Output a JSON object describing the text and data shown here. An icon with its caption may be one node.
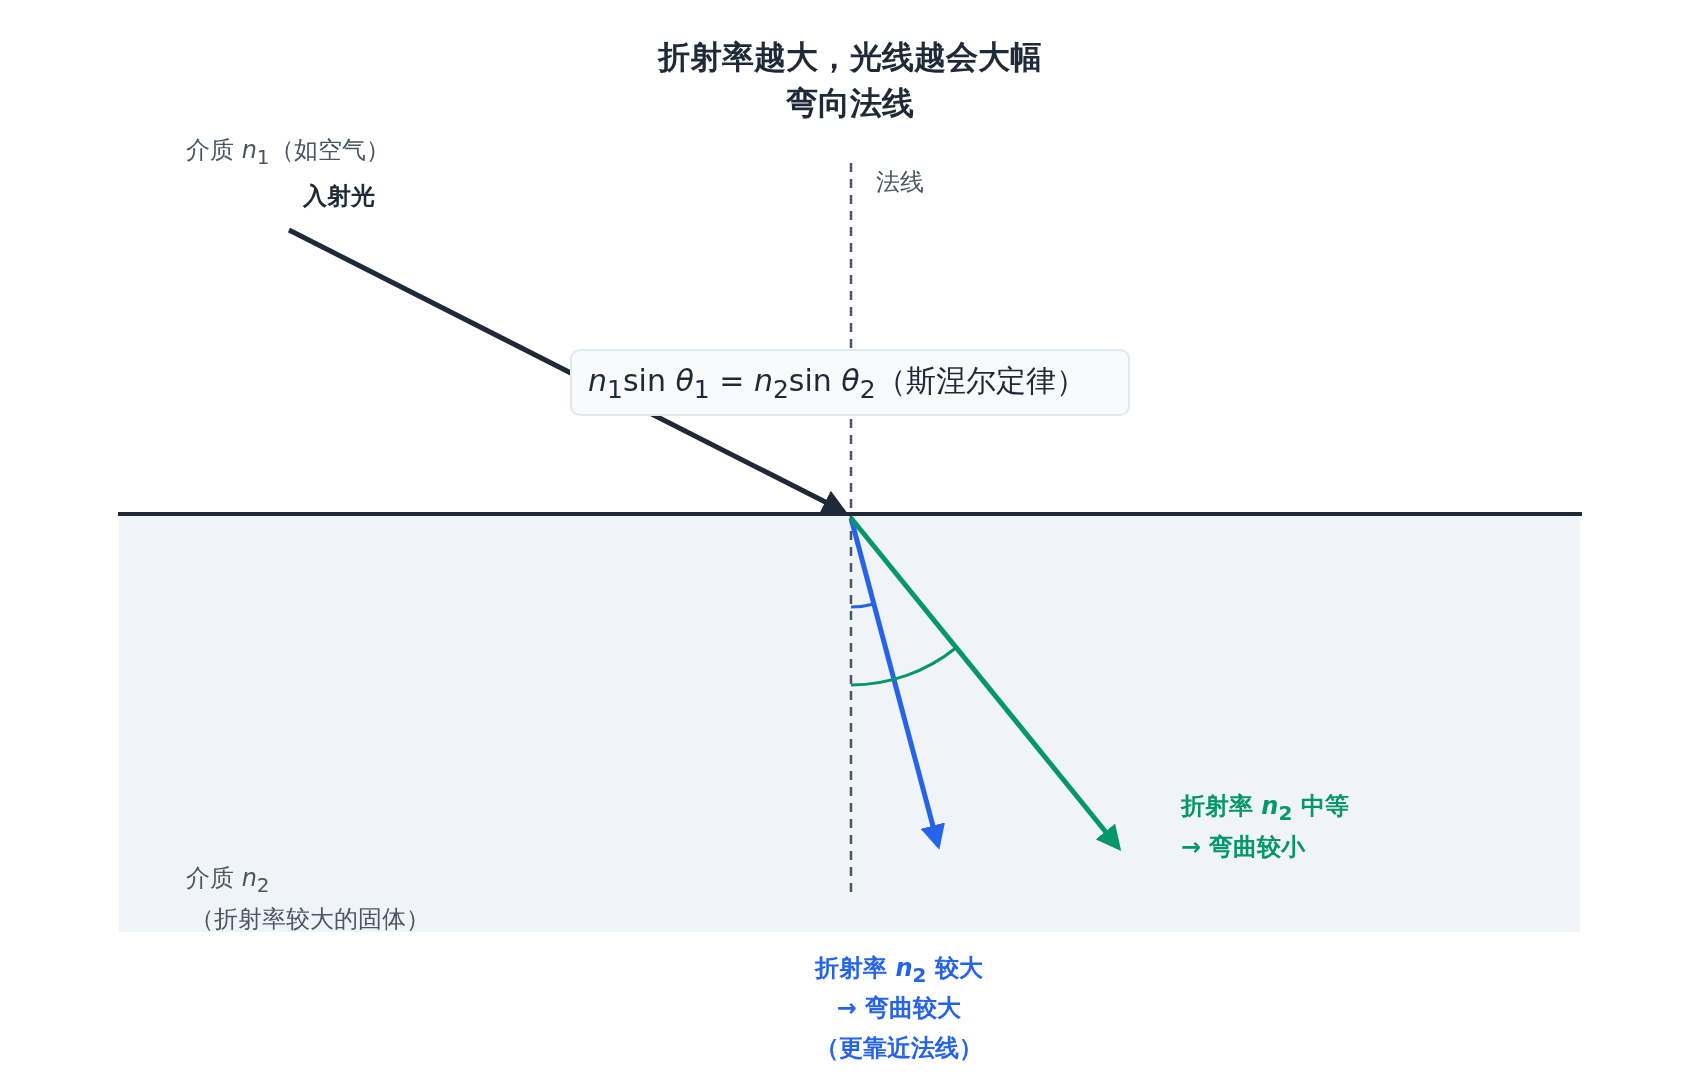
{
  "diagram": {
    "title": "折射率越大，光线越会大幅弯向法线",
    "nodes": [
      {
        "text": [
          "*n*$_{1}$sin *θ*$_{1}$ = *n*$_{2}$sin *θ*$_{2}$（斯涅尔定律）"
        ]
      }
    ],
    "edges": [],
    "labels": [
      "介质 *n*$_{1}$（如空气）",
      "入射光",
      "法线",
      "折射率 *n*$_{2}$ 中等",
      "→ 弯曲较小",
      "介质 *n*$_{2}$",
      "（折射率较大的固体）",
      "折射率 *n*$_{2}$ 较大",
      "→ 弯曲较大",
      "（更靠近法线）"
    ]
  }
}
